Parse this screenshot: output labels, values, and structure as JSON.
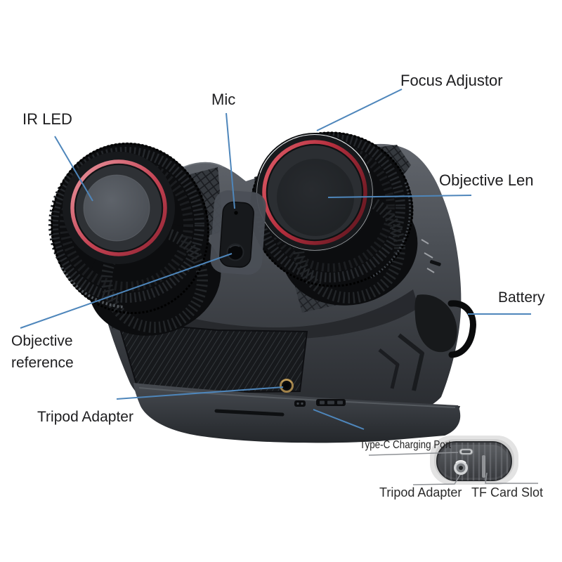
{
  "diagram": {
    "background": "#ffffff",
    "subject": "Night vision binoculars parts diagram",
    "callouts": {
      "ir_led": "IR LED",
      "mic": "Mic",
      "focus_adjustor": "Focus Adjustor",
      "objective_len": "Objective Len",
      "battery": "Battery",
      "objective_reference": "Objective reference",
      "tripod_adapter": "Tripod Adapter",
      "type_c_charging_port": "Type-C Charging Port",
      "inset_tripod_adapter": "Tripod Adapter",
      "inset_tf_card_slot": "TF Card Slot"
    },
    "colors": {
      "leader_line_blue": "#4e86bb",
      "inset_leader_gray": "#8f9296",
      "label_text": "#1d1d1f",
      "lens_ring_red": "#c43d4d",
      "tripod_ring_gold": "#a1824a",
      "device_body": "#43474d"
    }
  }
}
